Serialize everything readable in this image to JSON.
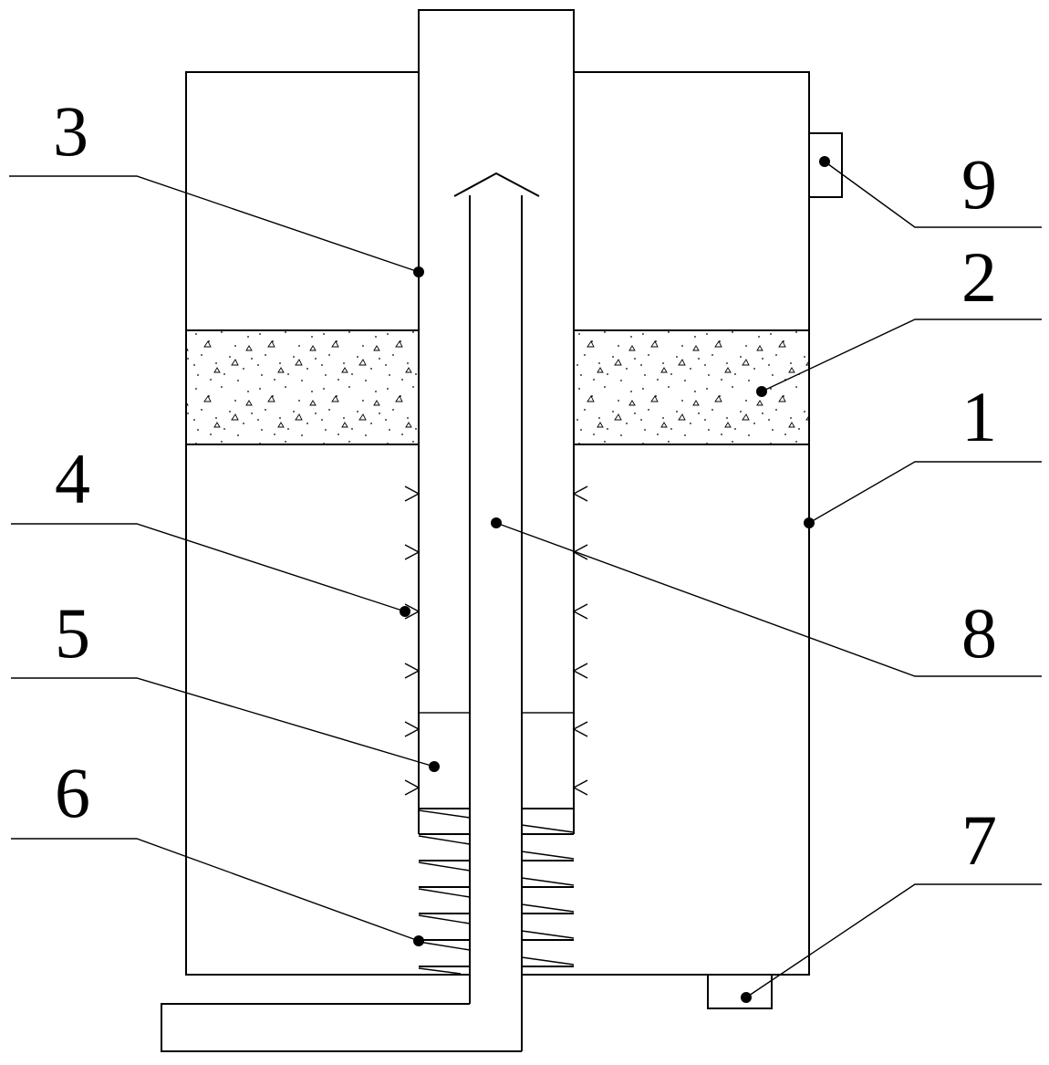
{
  "colors": {
    "line": "#000000",
    "background": "#ffffff"
  },
  "labels": {
    "l1": "1",
    "l2": "2",
    "l3": "3",
    "l4": "4",
    "l5": "5",
    "l6": "6",
    "l7": "7",
    "l8": "8",
    "l9": "9"
  }
}
